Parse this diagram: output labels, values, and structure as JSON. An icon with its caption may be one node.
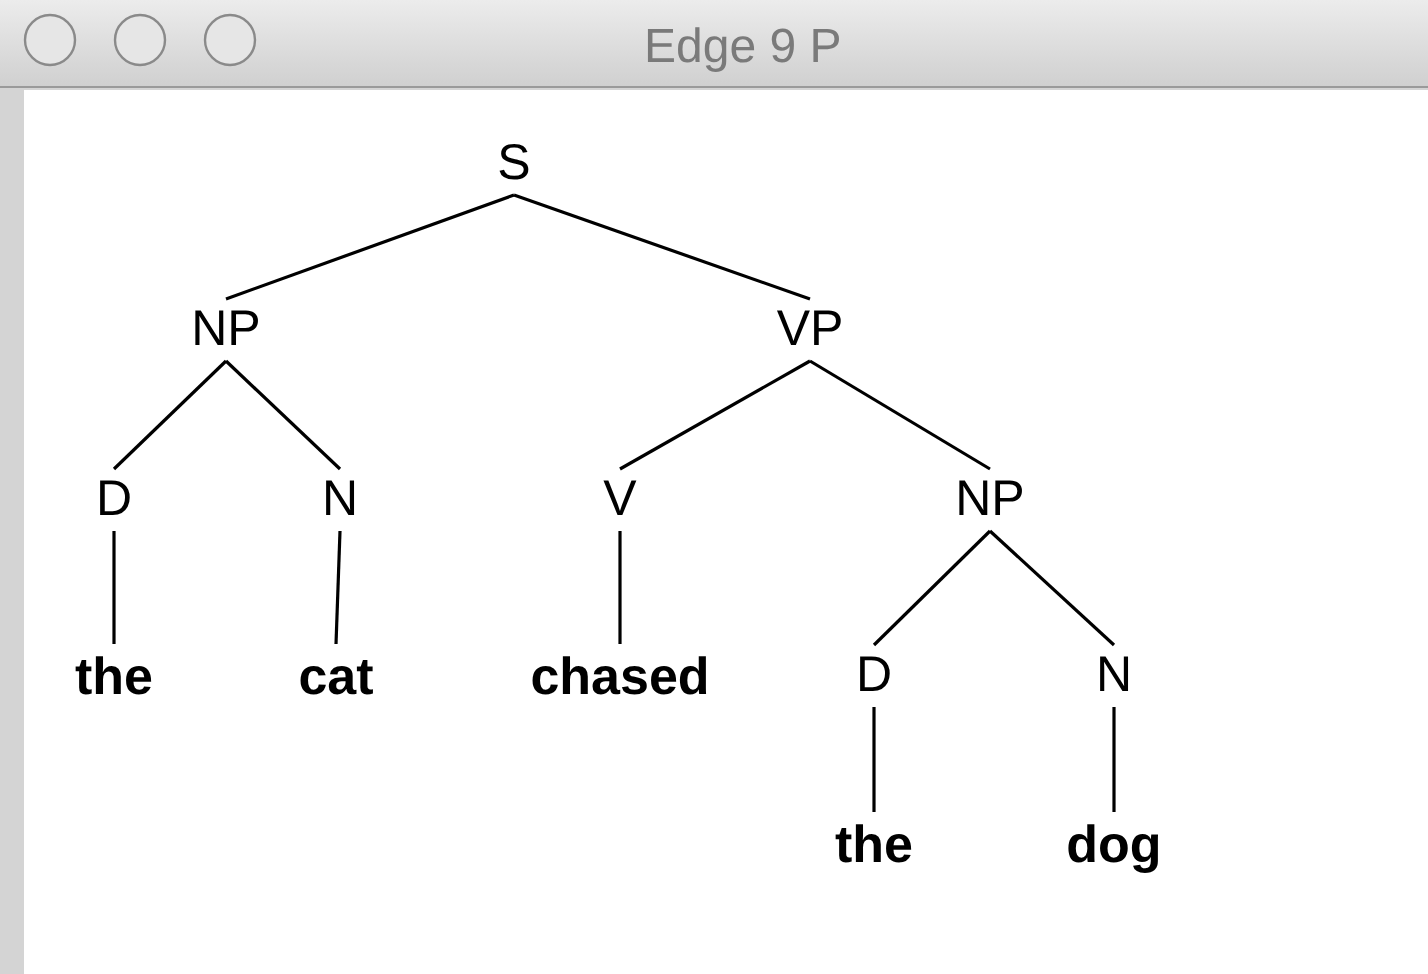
{
  "diagram": {
    "title": "Edge 9 P",
    "nodes": [
      {
        "text": [
          "S"
        ]
      },
      {
        "text": [
          "NP"
        ]
      },
      {
        "text": [
          "VP"
        ]
      },
      {
        "text": [
          "D"
        ]
      },
      {
        "text": [
          "N"
        ]
      },
      {
        "text": [
          "V"
        ]
      },
      {
        "text": [
          "NP"
        ]
      },
      {
        "text": [
          "the"
        ]
      },
      {
        "text": [
          "cat"
        ]
      },
      {
        "text": [
          "chased"
        ]
      },
      {
        "text": [
          "D"
        ]
      },
      {
        "text": [
          "N"
        ]
      },
      {
        "text": [
          "the"
        ]
      },
      {
        "text": [
          "dog"
        ]
      }
    ],
    "edges": [
      {
        "from": 0,
        "to": 1,
        "arrow": "none"
      },
      {
        "from": 0,
        "to": 2,
        "arrow": "none"
      },
      {
        "from": 1,
        "to": 3,
        "arrow": "none"
      },
      {
        "from": 1,
        "to": 4,
        "arrow": "none"
      },
      {
        "from": 2,
        "to": 5,
        "arrow": "none"
      },
      {
        "from": 2,
        "to": 6,
        "arrow": "none"
      },
      {
        "from": 3,
        "to": 7,
        "arrow": "none"
      },
      {
        "from": 4,
        "to": 8,
        "arrow": "none"
      },
      {
        "from": 5,
        "to": 9,
        "arrow": "none"
      },
      {
        "from": 6,
        "to": 10,
        "arrow": "none"
      },
      {
        "from": 6,
        "to": 11,
        "arrow": "none"
      },
      {
        "from": 10,
        "to": 12,
        "arrow": "none"
      },
      {
        "from": 11,
        "to": 13,
        "arrow": "none"
      }
    ]
  }
}
